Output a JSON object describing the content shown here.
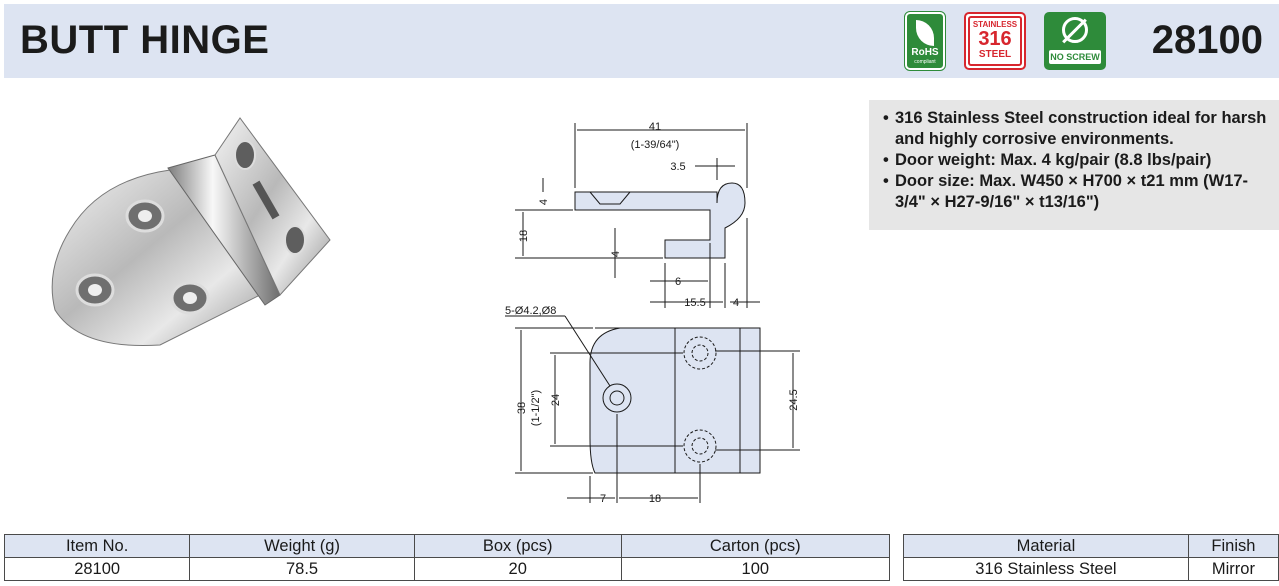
{
  "header": {
    "title": "BUTT HINGE",
    "item_code": "28100",
    "badges": [
      {
        "name": "rohs",
        "lines": [
          "RoHS",
          "compliant"
        ],
        "color": "#2e8b3a"
      },
      {
        "name": "stainless-316",
        "lines": [
          "STAINLESS",
          "316",
          "STEEL"
        ],
        "color": "#d7262e"
      },
      {
        "name": "no-screw",
        "lines": [
          "NO SCREW"
        ],
        "color": "#2e8b3a"
      }
    ]
  },
  "features": [
    "316 Stainless Steel construction ideal for harsh and highly corrosive environments.",
    "Door weight: Max. 4 kg/pair (8.8 lbs/pair)",
    "Door size: Max. W450 × H700 × t21 mm (W17-3/4\" × H27-9/16\" × t13/16\")"
  ],
  "drawing": {
    "dims": {
      "width": "41",
      "width_inch": "(1-39/64\")",
      "knuckle_offset": "3.5",
      "height": "18",
      "thickness_top": "4",
      "thickness_bottom": "4",
      "six": "6",
      "fifteen": "15.5",
      "four_right": "4",
      "holes": "5-Ø4.2,Ø8",
      "length": "38",
      "length_inch": "(1-1/2\")",
      "hole_span": "24",
      "hole_span_right": "24.5",
      "seven": "7",
      "eighteen": "18"
    }
  },
  "spec_table": {
    "headers": [
      "Item No.",
      "Weight (g)",
      "Box (pcs)",
      "Carton (pcs)"
    ],
    "row": [
      "28100",
      "78.5",
      "20",
      "100"
    ]
  },
  "material_table": {
    "headers": [
      "Material",
      "Finish"
    ],
    "row": [
      "316 Stainless Steel",
      "Mirror"
    ]
  }
}
